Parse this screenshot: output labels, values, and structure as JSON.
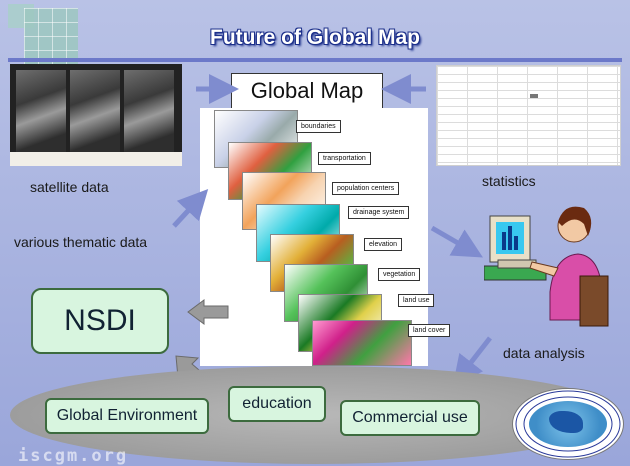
{
  "title": "Future of Global Map",
  "center": {
    "label": "Global Map"
  },
  "sources": {
    "satellite": "satellite data",
    "statistics": "statistics",
    "thematic": "various thematic data"
  },
  "layers": [
    "boundaries",
    "transportation",
    "population centers",
    "drainage system",
    "elevation",
    "vegetation",
    "land use",
    "land cover"
  ],
  "nsdi": "NSDI",
  "analysis": "data analysis",
  "applications": {
    "global_environment": "Global Environment",
    "education": "education",
    "commercial_use": "Commercial use"
  },
  "footer": {
    "site": "iscgm.org"
  },
  "colors": {
    "arrow": "#7f8ccf",
    "box_fill": "#d8f5df",
    "box_border": "#3c6b3e",
    "title_outline": "#1c2f8a"
  }
}
